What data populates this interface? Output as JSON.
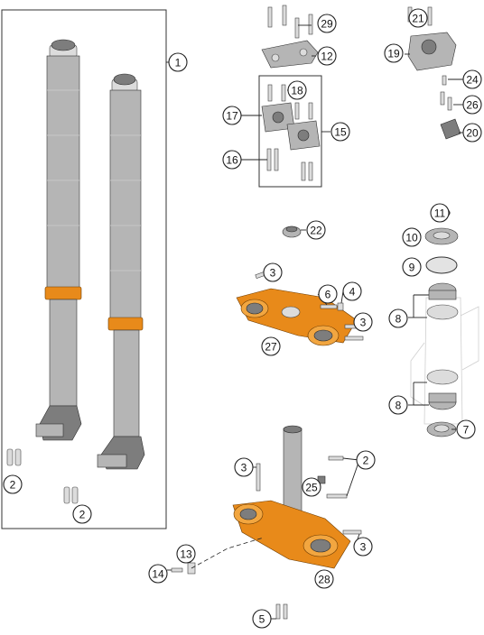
{
  "diagram": {
    "callouts": [
      "1",
      "2",
      "2",
      "29",
      "12",
      "21",
      "19",
      "24",
      "26",
      "20",
      "18",
      "17",
      "15",
      "16",
      "22",
      "11",
      "10",
      "9",
      "3",
      "6",
      "4",
      "3",
      "27",
      "8",
      "8",
      "7",
      "3",
      "2",
      "25",
      "3",
      "13",
      "14",
      "28",
      "5"
    ]
  },
  "colors": {
    "orange": "#e88a1a",
    "grey": "#b5b5b5",
    "dark": "#222222"
  }
}
